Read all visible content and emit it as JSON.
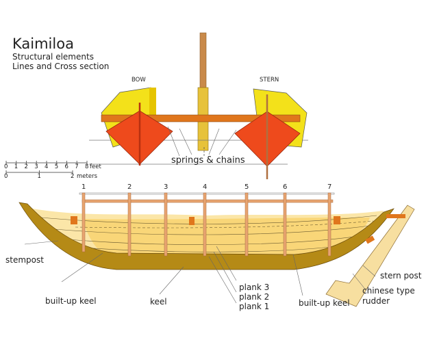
{
  "title": "Kaimiloa",
  "subtitle_1": "Structural elements",
  "subtitle_2": "Lines and Cross section",
  "cross_section": {
    "bow_label": "BOW",
    "stern_label": "STERN",
    "springs_label": "springs & chains"
  },
  "scale": {
    "feet_ticks": [
      "0",
      "1",
      "2",
      "3",
      "4",
      "5",
      "6",
      "7",
      "8"
    ],
    "feet_unit": "feet",
    "meter_ticks": [
      "0",
      "1",
      "2"
    ],
    "meter_unit": "meters"
  },
  "frames": [
    "1",
    "2",
    "3",
    "4",
    "5",
    "6",
    "7"
  ],
  "labels": {
    "stempost": "stempost",
    "built_up_keel_fore": "built-up keel",
    "keel": "keel",
    "plank_3": "plank 3",
    "plank_2": "plank 2",
    "plank_1": "plank 1",
    "built_up_keel_aft": "built-up keel",
    "stern_post": "stern post",
    "rudder_1": "chinese type",
    "rudder_2": "rudder"
  },
  "colors": {
    "hull_red": "#ee4a1c",
    "deck_yellow": "#f3e11a",
    "beam_orange": "#e0761c",
    "plank_light": "#f9dc8c",
    "keel_brown": "#b58a16",
    "frame_tan": "#e8a470"
  }
}
